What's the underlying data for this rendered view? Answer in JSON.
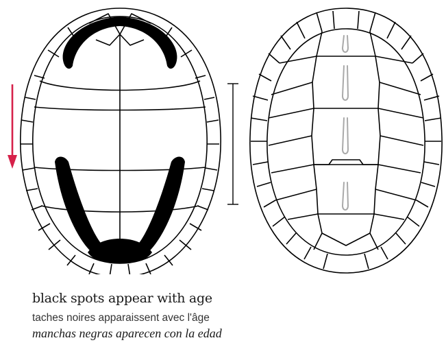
{
  "caption": {
    "english": "black spots appear with age",
    "french": "taches noires apparaissent avec l'âge",
    "spanish": "manchas negras aparecen con la edad"
  },
  "diagram": {
    "left_shell": "plastron-with-black-spots",
    "right_shell": "carapace-with-keels",
    "arrow_direction": "down"
  },
  "colors": {
    "outline": "#000000",
    "spots": "#000000",
    "arrow": "#d6214a",
    "keels": "#a9a9a9",
    "background": "#ffffff"
  }
}
